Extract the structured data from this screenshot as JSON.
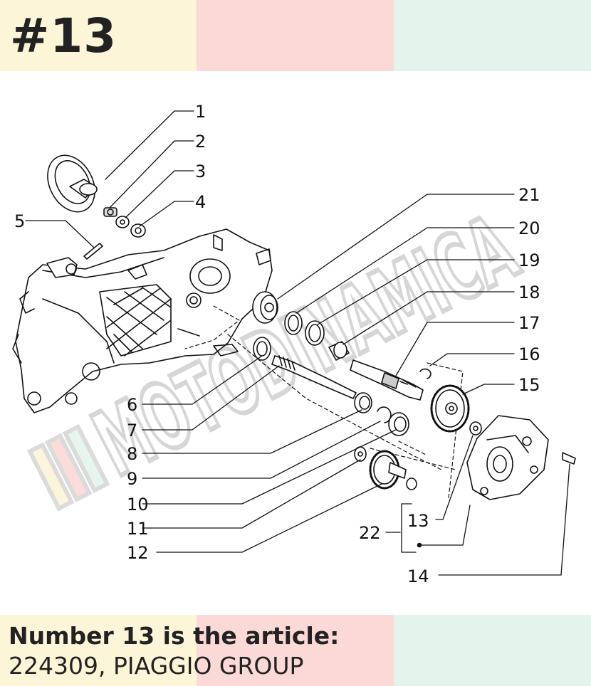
{
  "heading": "#13",
  "diagram": {
    "callouts": {
      "n1": "1",
      "n2": "2",
      "n3": "3",
      "n4": "4",
      "n5": "5",
      "n6": "6",
      "n7": "7",
      "n8": "8",
      "n9": "9",
      "n10": "10",
      "n11": "11",
      "n12": "12",
      "n13": "13",
      "n14": "14",
      "n15": "15",
      "n16": "16",
      "n17": "17",
      "n18": "18",
      "n19": "19",
      "n20": "20",
      "n21": "21",
      "n22": "22"
    },
    "watermark_text": "MOTODINAMICA"
  },
  "caption": {
    "title": "Number 13 is the article:",
    "article": "224309, PIAGGIO GROUP"
  },
  "colors": {
    "band_yellow": "#fdf5d8",
    "band_pink": "#fbd9d7",
    "band_green": "#e4f4ec",
    "ink": "#222222"
  }
}
